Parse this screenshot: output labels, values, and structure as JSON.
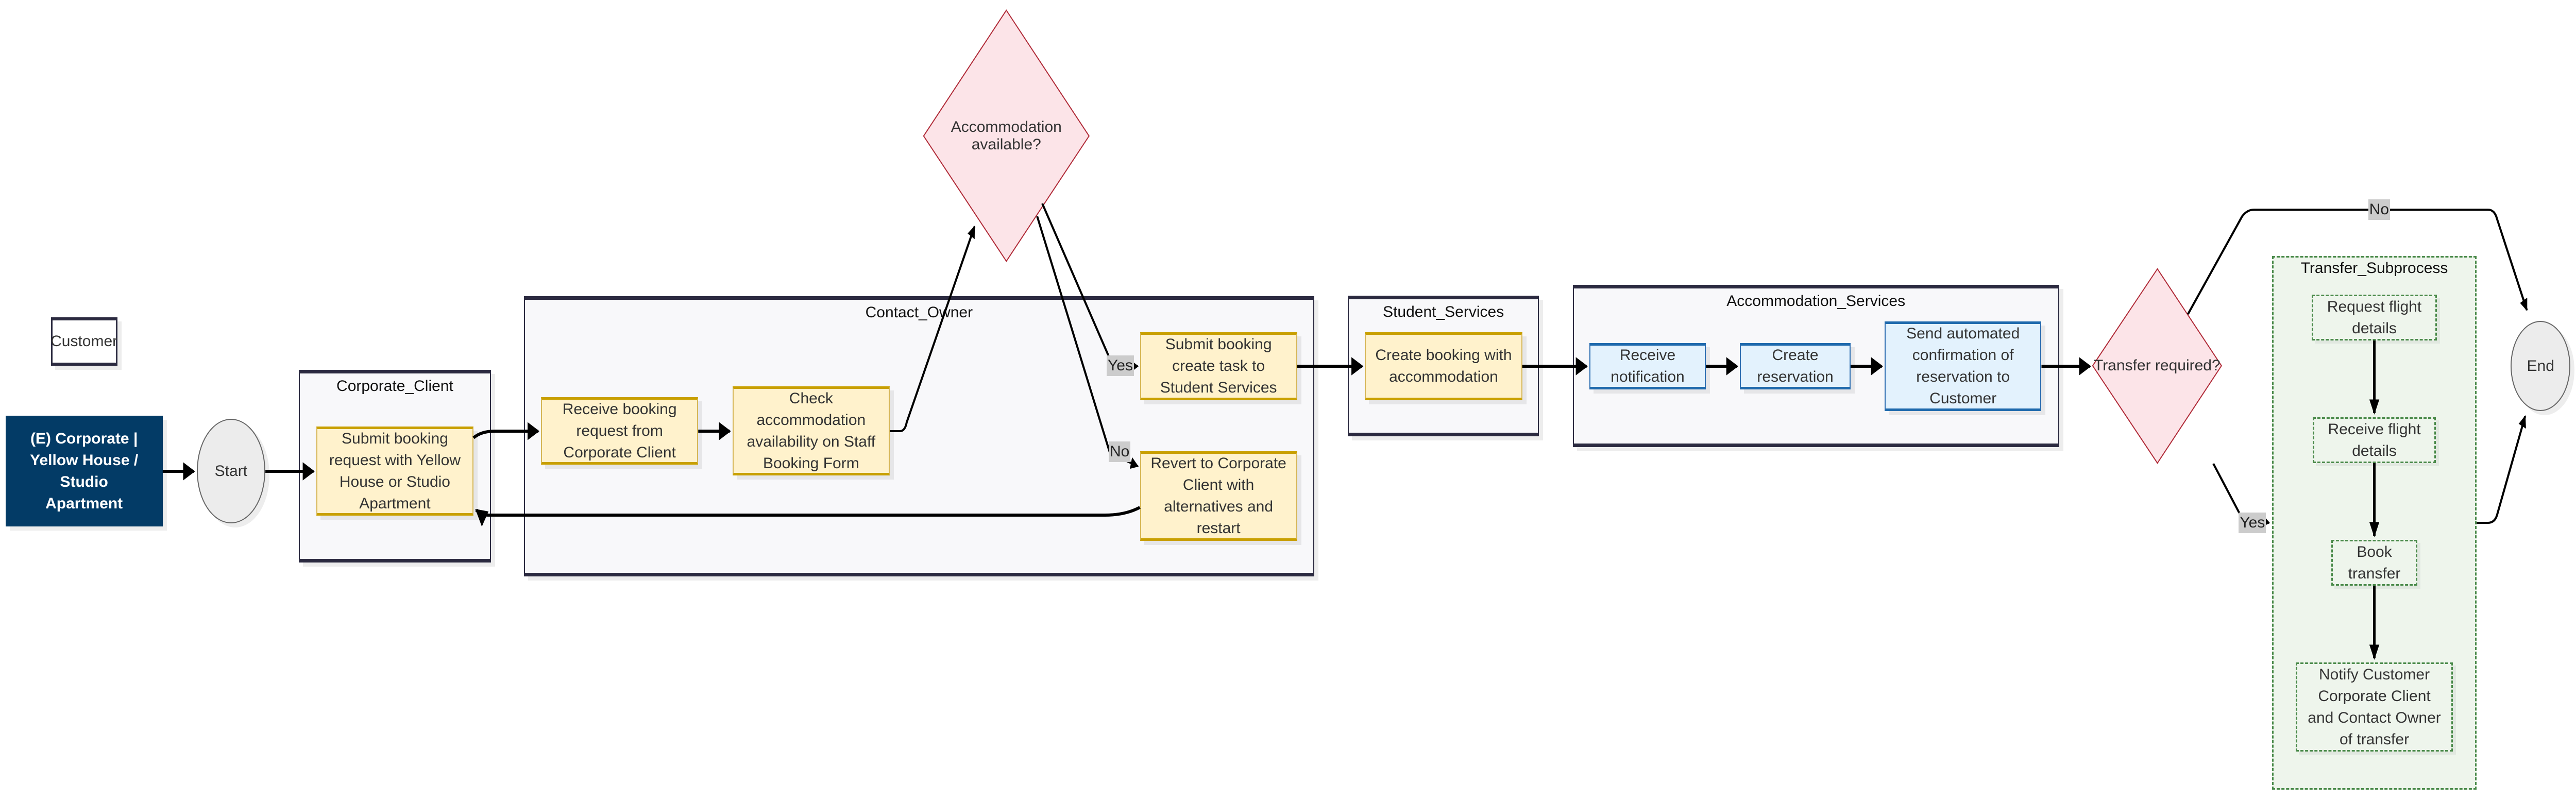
{
  "diagram": {
    "groups": {
      "corporate_client": "Corporate_Client",
      "contact_owner": "Contact_Owner",
      "student_services": "Student_Services",
      "accommodation_services": "Accommodation_Services",
      "transfer_subprocess": "Transfer_Subprocess"
    },
    "nodes": {
      "customer": "Customer",
      "entity": "(E) Corporate | Yellow House / Studio Apartment",
      "start": "Start",
      "submit_request": "Submit booking request with Yellow House or Studio Apartment",
      "receive_request": "Receive booking request from Corporate Client",
      "check_availability": "Check accommodation availability on Staff Booking Form",
      "decision_accommodation": "Accommodation available?",
      "submit_task": "Submit booking create task to Student Services",
      "revert": "Revert to Corporate Client with alternatives and restart",
      "create_booking": "Create booking with accommodation",
      "receive_notification": "Receive notification",
      "create_reservation": "Create reservation",
      "send_confirmation": "Send automated confirmation of reservation to Customer",
      "decision_transfer": "Transfer required?",
      "request_flight": "Request flight details",
      "receive_flight": "Receive flight details",
      "book_transfer": "Book transfer",
      "notify": "Notify Customer Corporate Client and Contact Owner of transfer",
      "end": "End"
    },
    "edge_labels": {
      "accommodation_yes": "Yes",
      "accommodation_no": "No",
      "transfer_yes": "Yes",
      "transfer_no": "No"
    }
  },
  "colors": {
    "task_fill": "#fff2cc",
    "task_border": "#c9a000",
    "service_fill": "#e3f2fd",
    "service_border": "#1f6aad",
    "decision_fill": "#fce4e8",
    "decision_border": "#b02a37",
    "entity_fill": "#033b66",
    "subprocess_fill": "#eef5ec",
    "subprocess_border": "#4a8a4a"
  }
}
